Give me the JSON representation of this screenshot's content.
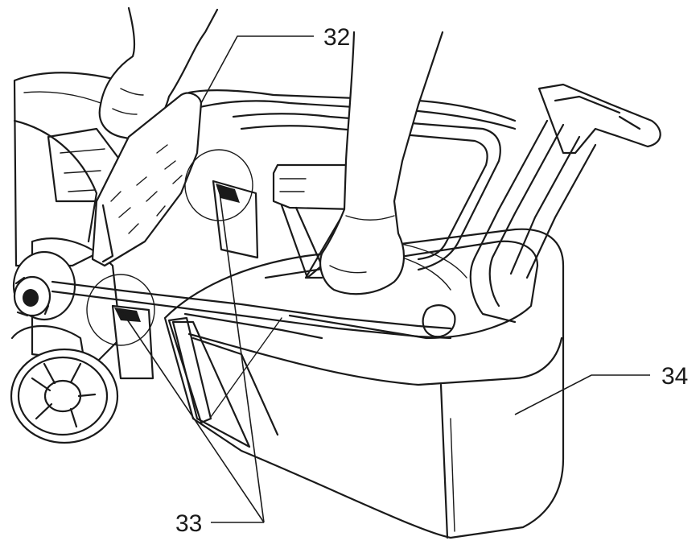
{
  "callouts": {
    "c32": "32",
    "c33": "33",
    "c34": "34"
  }
}
